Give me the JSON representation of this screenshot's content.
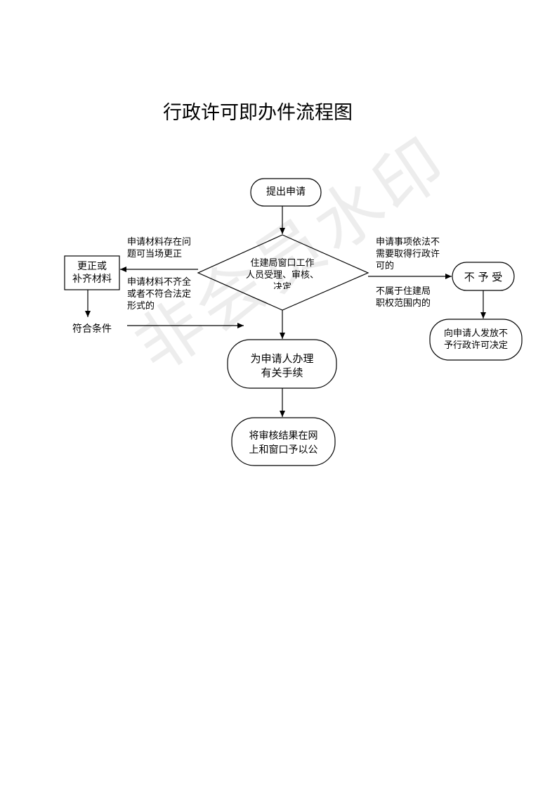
{
  "title": "行政许可即办件流程图",
  "watermark": "非会员水印",
  "nodes": {
    "submit": "提出申请",
    "review_line1": "住建局窗口工作",
    "review_line2": "人员受理、审核、",
    "review_line3": "决定",
    "correct_line1": "更正或",
    "correct_line2": "补齐材料",
    "meets": "符合条件",
    "handle_line1": "为申请人办理",
    "handle_line2": "有关手续",
    "publish_line1": "将审核结果在网",
    "publish_line2": "上和窗口予以公",
    "reject": "不 予 受",
    "notice_line1": "向申请人发放不",
    "notice_line2": "予行政许可决定"
  },
  "notes": {
    "left_top_line1": "申请材料存在问",
    "left_top_line2": "题可当场更正",
    "left_bottom_line1": "申请材料不齐全",
    "left_bottom_line2": "或者不符合法定",
    "left_bottom_line3": "形式的",
    "right_top_line1": "申请事项依法不",
    "right_top_line2": "需要取得行政许",
    "right_top_line3": "可的",
    "right_bottom_line1": "不属于住建局",
    "right_bottom_line2": "职权范围内的"
  }
}
